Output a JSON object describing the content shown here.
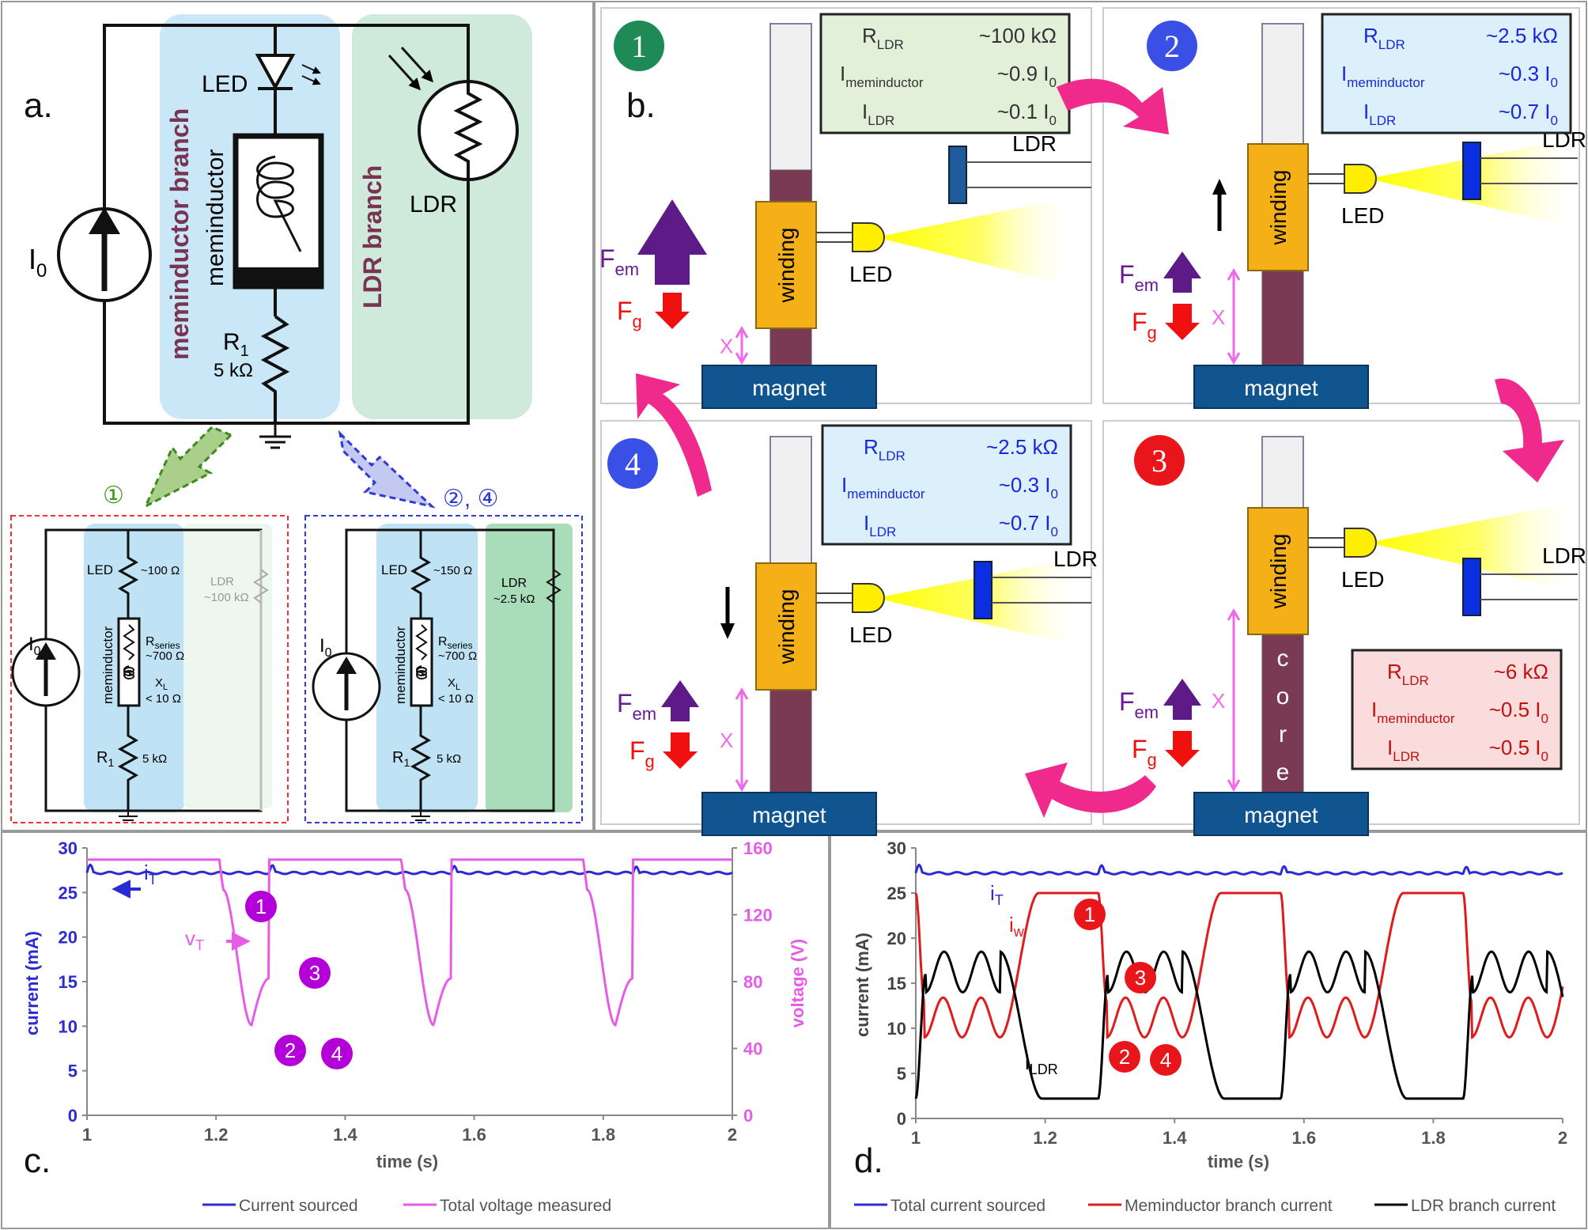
{
  "panel_a": {
    "letter": "a.",
    "source_label": "I",
    "source_sub": "0",
    "led_label": "LED",
    "meminductor_label": "meminductor",
    "meminductor_branch": "meminductor branch",
    "ldr_branch": "LDR branch",
    "ldr_label": "LDR",
    "r1_label": "R",
    "r1_sub": "1",
    "r1_value": "5 kΩ",
    "state1_tag": "①",
    "state24_tag": "②, ④",
    "sub1": {
      "led_value": "~100 Ω",
      "ldr_label": "LDR",
      "ldr_value": "~100 kΩ",
      "rseries_label": "R",
      "rseries_sub": "series",
      "rseries_value": "~700 Ω",
      "xl_label": "X",
      "xl_sub": "L",
      "xl_value": "< 10 Ω",
      "r1_value": "5 kΩ"
    },
    "sub2": {
      "led_value": "~150 Ω",
      "ldr_label": "LDR",
      "ldr_value": "~2.5 kΩ",
      "rseries_value": "~700 Ω",
      "xl_value": "< 10 Ω",
      "r1_value": "5 kΩ"
    }
  },
  "panel_b": {
    "letter": "b.",
    "states": [
      {
        "num": "1",
        "r_ldr": "~100 kΩ",
        "i_mem": "~0.9 I",
        "i_ldr": "~0.1 I"
      },
      {
        "num": "2",
        "r_ldr": "~2.5 kΩ",
        "i_mem": "~0.3 I",
        "i_ldr": "~0.7 I"
      },
      {
        "num": "3",
        "r_ldr": "~6 kΩ",
        "i_mem": "~0.5 I",
        "i_ldr": "~0.5 I"
      },
      {
        "num": "4",
        "r_ldr": "~2.5 kΩ",
        "i_mem": "~0.3 I",
        "i_ldr": "~0.7 I"
      }
    ],
    "r_label": "R",
    "r_sub": "LDR",
    "imem_label": "I",
    "imem_sub": "meminductor",
    "ildr_label": "I",
    "ildr_sub": "LDR",
    "zero_sub": "0",
    "winding": "winding",
    "magnet": "magnet",
    "led": "LED",
    "ldr": "LDR",
    "fem": "F",
    "fem_sub": "em",
    "fg": "F",
    "fg_sub": "g",
    "x": "X",
    "core": [
      "c",
      "o",
      "r",
      "e"
    ],
    "colors": {
      "green_box": "#e2efd9",
      "blue_box": "#dcf0fb",
      "red_box": "#fbdcdc",
      "pink": "#f02a8c",
      "wind": "#f5b017",
      "core": "#7b3a54",
      "magnet": "#105490"
    }
  },
  "panel_c": {
    "letter": "c.",
    "xlabel": "time (s)",
    "ylabel_left": "current (mA)",
    "ylabel_right": "voltage (V)",
    "iT_label": "i",
    "iT_sub": "T",
    "vT_label": "v",
    "vT_sub": "T",
    "markers": [
      "1",
      "2",
      "3",
      "4"
    ],
    "legend": [
      "Current sourced",
      "Total voltage measured"
    ]
  },
  "panel_d": {
    "letter": "d.",
    "xlabel": "time (s)",
    "ylabel": "current (mA)",
    "iT_label": "i",
    "iT_sub": "T",
    "iw_label": "i",
    "iw_sub": "w",
    "ildr_label": "i",
    "ildr_sub": "LDR",
    "markers": [
      "1",
      "2",
      "3",
      "4"
    ],
    "legend": [
      "Total current sourced",
      "Meminductor branch current",
      "LDR branch current"
    ]
  },
  "chart_data": [
    {
      "type": "line",
      "x": [
        1.0,
        1.2,
        1.4,
        1.6,
        1.8,
        2.0
      ],
      "xlim": [
        1,
        2
      ],
      "ylim": [
        0,
        30
      ],
      "ylim_right": [
        0,
        160
      ],
      "yticks": [
        0,
        5,
        10,
        15,
        20,
        25,
        30
      ],
      "yticks_right": [
        0,
        40,
        80,
        120,
        160
      ],
      "series": [
        {
          "name": "Current sourced",
          "color": "#2b2bd6",
          "axis": "left",
          "level": 27.2
        },
        {
          "name": "Total voltage measured",
          "color": "#e65ce6",
          "axis": "right",
          "period": 0.282,
          "high": 153,
          "low": 54,
          "bump": 82
        }
      ]
    },
    {
      "type": "line",
      "x": [
        1.0,
        1.2,
        1.4,
        1.6,
        1.8,
        2.0
      ],
      "xlim": [
        1,
        2
      ],
      "ylim": [
        0,
        30
      ],
      "yticks": [
        0,
        5,
        10,
        15,
        20,
        25,
        30
      ],
      "series": [
        {
          "name": "Total current sourced",
          "color": "#2b2bd6",
          "level": 27.2
        },
        {
          "name": "Meminductor branch current",
          "color": "#e11b1b",
          "high": 25,
          "low": 9,
          "bump": 13.4
        },
        {
          "name": "LDR branch current",
          "color": "#000000",
          "high": 18.5,
          "low": 2.2,
          "dip": 14
        }
      ]
    }
  ]
}
